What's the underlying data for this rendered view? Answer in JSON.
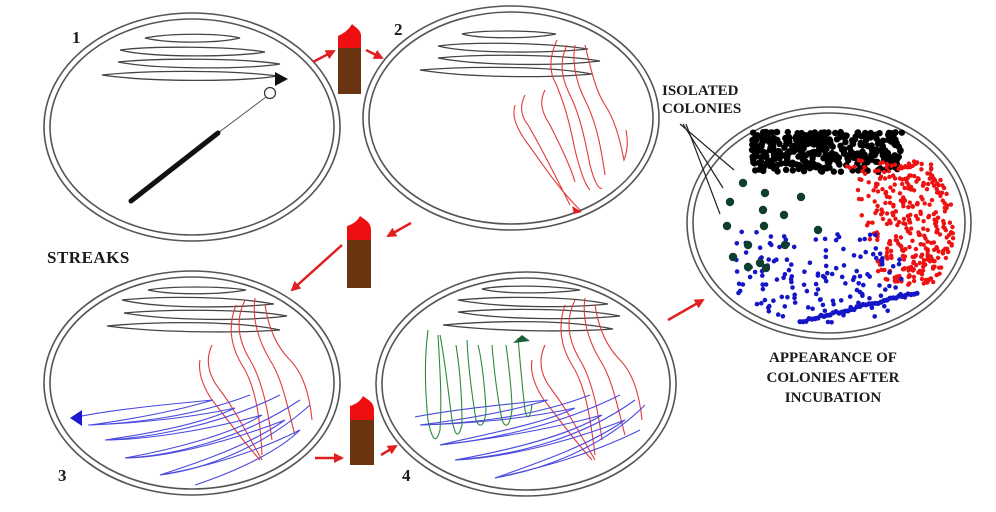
{
  "diagram": {
    "title": "Streak plate method for isolating bacterial colonies",
    "step_labels": [
      "1",
      "2",
      "3",
      "4"
    ],
    "section_label": "STREAKS",
    "isolated_label_line1": "ISOLATED",
    "isolated_label_line2": "COLONIES",
    "result_label_line1": "APPEARANCE OF",
    "result_label_line2": "COLONIES AFTER",
    "result_label_line3": "INCUBATION",
    "colors": {
      "streak_1": "#444444",
      "streak_2": "#e23a3a",
      "streak_3": "#4a4ae0",
      "streak_4": "#2e8a3a",
      "flame": "#e81010",
      "burner": "#6b3410",
      "arrow": "#e02020",
      "colony_black": "#000000",
      "colony_red": "#ee1111",
      "colony_blue": "#1515c8",
      "colony_green": "#0f3d30"
    },
    "plates": [
      {
        "id": "plate-1",
        "step": "1",
        "streaks": [
          "black"
        ]
      },
      {
        "id": "plate-2",
        "step": "2",
        "streaks": [
          "black",
          "red"
        ]
      },
      {
        "id": "plate-3",
        "step": "3",
        "streaks": [
          "black",
          "red",
          "blue"
        ]
      },
      {
        "id": "plate-4",
        "step": "4",
        "streaks": [
          "black",
          "red",
          "blue",
          "green"
        ]
      },
      {
        "id": "plate-result",
        "step": "",
        "streaks": []
      }
    ],
    "flame_sterilizations": 3
  }
}
